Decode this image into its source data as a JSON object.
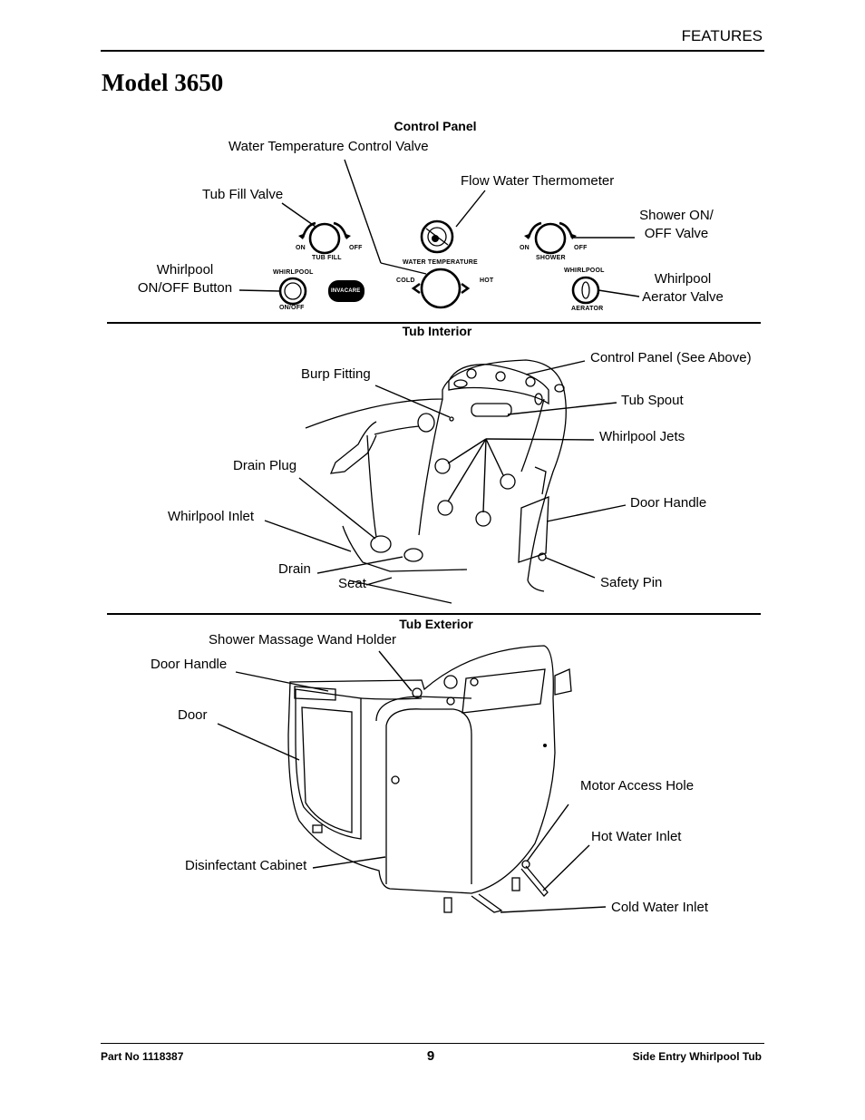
{
  "header": {
    "section": "FEATURES"
  },
  "title": "Model 3650",
  "control_panel": {
    "heading": "Control Panel",
    "labels": {
      "water_temp_valve": "Water Temperature Control Valve",
      "flow_thermometer": "Flow Water Thermometer",
      "tub_fill_valve": "Tub Fill Valve",
      "shower_valve": "Shower ON/\nOFF Valve",
      "whirlpool_button": "Whirlpool\nON/OFF Button",
      "aerator_valve": "Whirlpool\nAerator Valve"
    },
    "panel_text": {
      "on1": "ON",
      "off1": "OFF",
      "tub_fill": "TUB FILL",
      "water_temperature": "WATER TEMPERATURE",
      "on2": "ON",
      "off2": "OFF",
      "shower": "SHOWER",
      "whirlpool_left": "WHIRLPOOL",
      "onoff": "ON/OFF",
      "cold": "COLD",
      "hot": "HOT",
      "whirlpool_right": "WHIRLPOOL",
      "aerator": "AERATOR",
      "logo": "INVACARE"
    }
  },
  "tub_interior": {
    "heading": "Tub Interior",
    "labels": {
      "burp_fitting": "Burp Fitting",
      "control_panel_ref": "Control Panel (See Above)",
      "tub_spout": "Tub Spout",
      "whirlpool_jets": "Whirlpool Jets",
      "drain_plug": "Drain Plug",
      "door_handle": "Door Handle",
      "whirlpool_inlet": "Whirlpool Inlet",
      "drain": "Drain",
      "seat": "Seat",
      "safety_pin": "Safety Pin"
    }
  },
  "tub_exterior": {
    "heading": "Tub Exterior",
    "labels": {
      "shower_wand_holder": "Shower Massage Wand Holder",
      "door_handle": "Door Handle",
      "door": "Door",
      "motor_access_hole": "Motor Access Hole",
      "hot_water_inlet": "Hot Water Inlet",
      "disinfectant_cabinet": "Disinfectant Cabinet",
      "cold_water_inlet": "Cold Water Inlet"
    }
  },
  "footer": {
    "part_no": "Part No 1118387",
    "page": "9",
    "product": "Side Entry Whirlpool Tub"
  }
}
